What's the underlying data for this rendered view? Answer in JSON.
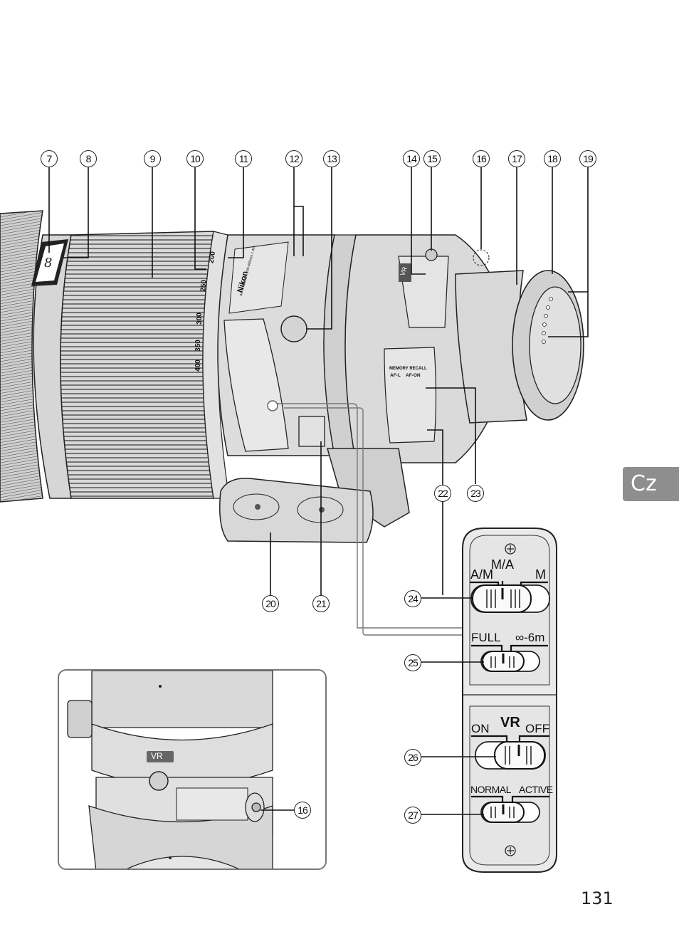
{
  "page": {
    "number": "131",
    "language_tab": "Cz"
  },
  "callouts_top": [
    "7",
    "8",
    "9",
    "10",
    "11",
    "12",
    "13",
    "14",
    "15",
    "16",
    "17",
    "18",
    "19"
  ],
  "callouts_bottom": [
    "20",
    "21",
    "22",
    "23"
  ],
  "callouts_panel": [
    "24",
    "25",
    "26",
    "27"
  ],
  "callout_inset": "16",
  "lens": {
    "zoom_scale": [
      "200",
      "250",
      "300",
      "350",
      "400"
    ],
    "brand": "Nikon",
    "model_text": "AF-S NIKKOR 200-400mm 1:4G",
    "vr_badge": "VR",
    "memory_recall_label": "MEMORY RECALL",
    "af_l_label": "AF-L",
    "af_on_label": "AF-ON"
  },
  "switch_panel": {
    "focus_mode": {
      "left": "A/M",
      "center": "M/A",
      "right": "M",
      "selected": "M/A"
    },
    "focus_limit": {
      "left": "FULL",
      "right": "∞-6m",
      "selected": "FULL"
    },
    "vr": {
      "title": "VR",
      "left": "ON",
      "right": "OFF",
      "selected": "ON"
    },
    "vr_mode": {
      "left": "NORMAL",
      "right": "ACTIVE",
      "selected": "NORMAL"
    }
  },
  "inset": {
    "vr_badge": "VR"
  }
}
